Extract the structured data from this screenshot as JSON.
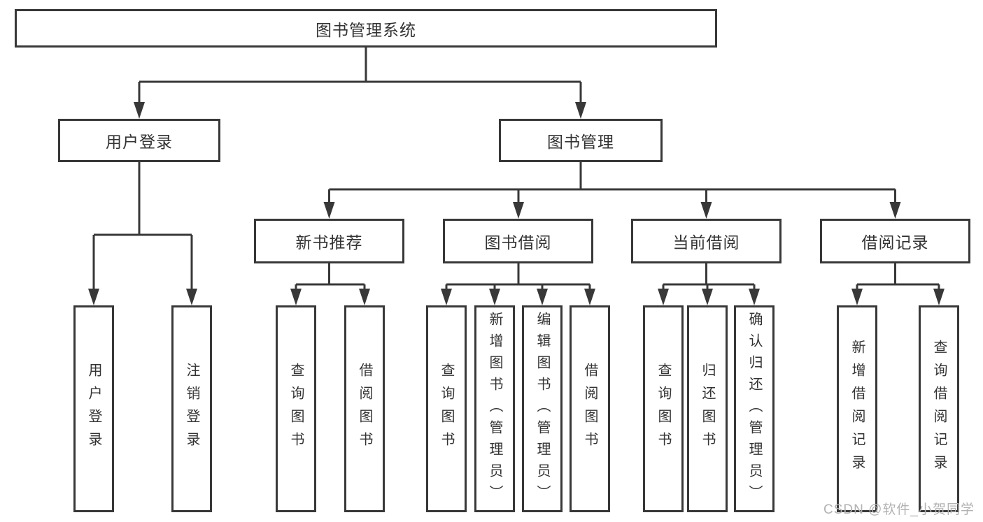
{
  "diagram": {
    "title": "图书管理系统",
    "branches": [
      {
        "label": "用户登录",
        "leaves": [
          {
            "label": "用户登录"
          },
          {
            "label": "注销登录"
          }
        ]
      },
      {
        "label": "图书管理",
        "groups": [
          {
            "label": "新书推荐",
            "leaves": [
              {
                "label": "查询图书"
              },
              {
                "label": "借阅图书"
              }
            ]
          },
          {
            "label": "图书借阅",
            "leaves": [
              {
                "label": "查询图书"
              },
              {
                "label": "新增图书（管理员）"
              },
              {
                "label": "编辑图书（管理员）"
              },
              {
                "label": "借阅图书"
              }
            ]
          },
          {
            "label": "当前借阅",
            "leaves": [
              {
                "label": "查询图书"
              },
              {
                "label": "归还图书"
              },
              {
                "label": "确认归还（管理员）"
              }
            ]
          },
          {
            "label": "借阅记录",
            "leaves": [
              {
                "label": "新增借阅记录"
              },
              {
                "label": "查询借阅记录"
              }
            ]
          }
        ]
      }
    ]
  },
  "watermark": {
    "text": "CSDN @软件_小贺同学"
  },
  "colors": {
    "line": "#383838",
    "text": "#333333",
    "watermark": "#b2b2b2",
    "background": "#ffffff"
  }
}
